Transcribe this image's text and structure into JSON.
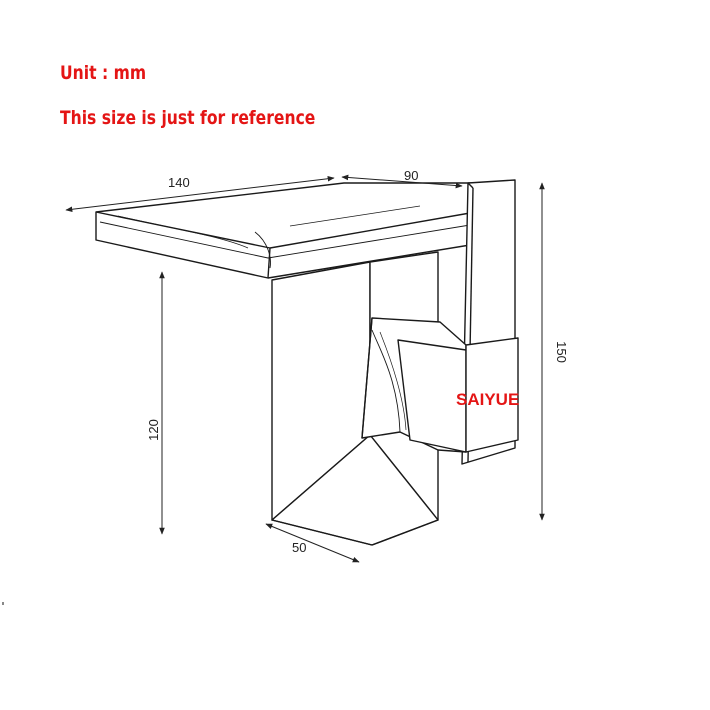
{
  "notes": {
    "unit": "Unit : mm",
    "reference": "This size is just for reference"
  },
  "dimensions": {
    "width_top": "140",
    "depth_top": "90",
    "height_total": "150",
    "height_body": "120",
    "base_width": "50"
  },
  "brand": "SAIYUE",
  "colors": {
    "note": "#e41515",
    "brand": "#e41515",
    "line": "#1a1a1a"
  }
}
